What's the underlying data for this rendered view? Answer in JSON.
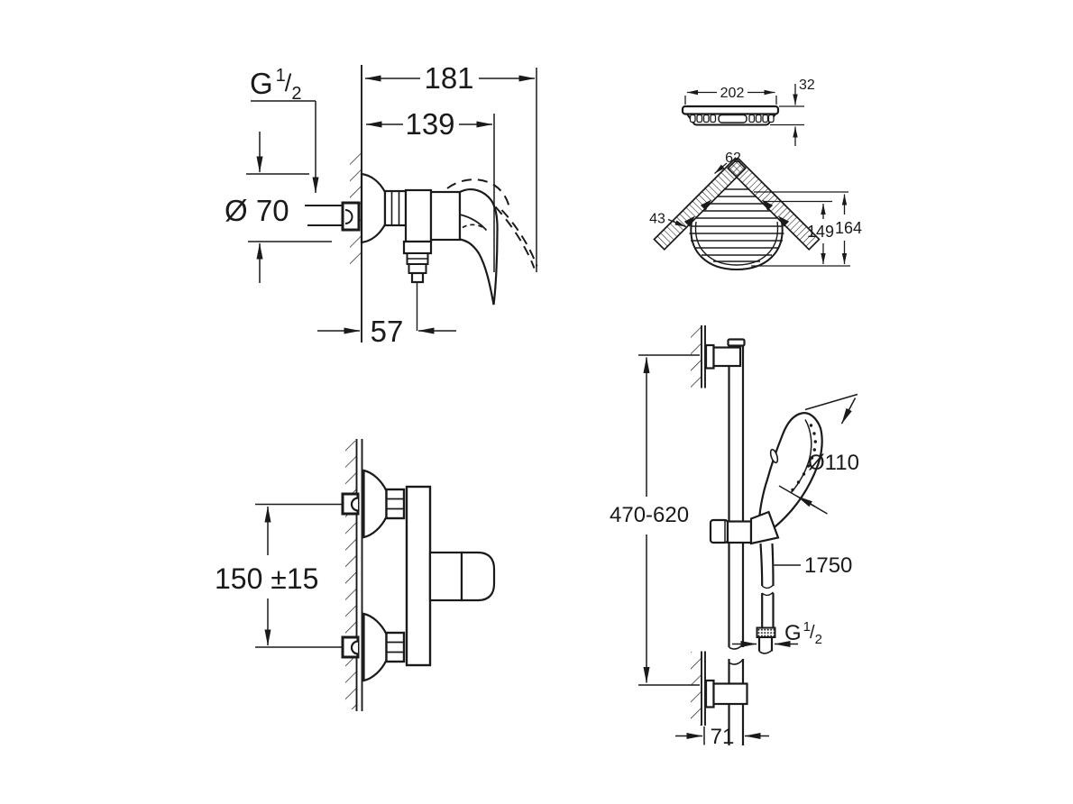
{
  "canvas": {
    "background": "#ffffff",
    "ink": "#1a1a1a"
  },
  "views": {
    "mixer_side": {
      "dims": {
        "total_depth": "181",
        "body_depth": "139",
        "rosette_diameter": "Ø 70",
        "spout_offset": "57",
        "thread_g": "G",
        "thread_num": "1",
        "thread_slash": "/",
        "thread_den": "2"
      }
    },
    "mixer_front": {
      "dims": {
        "connection_spacing": "150 ±15"
      }
    },
    "basket_side": {
      "dims": {
        "width": "202",
        "height": "32"
      }
    },
    "basket_corner": {
      "dims": {
        "corner_offset": "62",
        "wall_offset": "43",
        "depth_inner": "149",
        "depth_outer": "164"
      }
    },
    "shower_rail": {
      "dims": {
        "rail_length": "470-620",
        "head_diameter": "Ø110",
        "hose_length": "1750",
        "thread_g": "G",
        "thread_num": "1",
        "thread_slash": "/",
        "thread_den": "2",
        "wall_to_bar": "71"
      }
    }
  }
}
